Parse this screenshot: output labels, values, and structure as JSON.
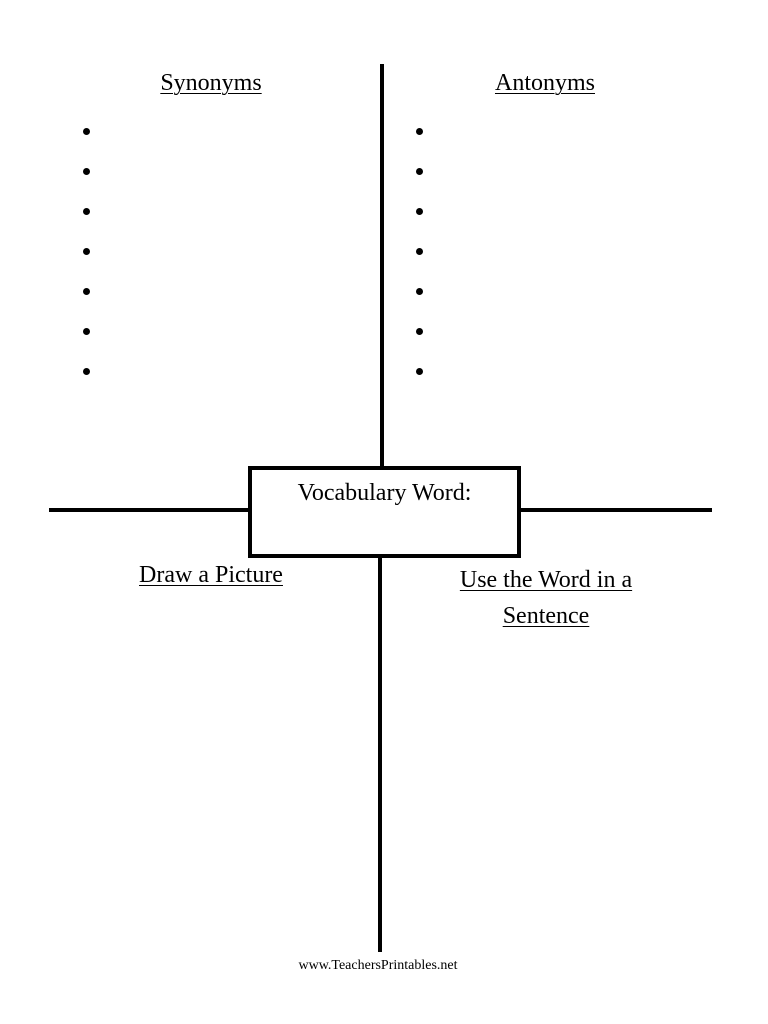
{
  "sections": {
    "synonyms": {
      "title": "Synonyms",
      "bullet_count": 7
    },
    "antonyms": {
      "title": "Antonyms",
      "bullet_count": 7
    },
    "draw_picture": {
      "title": "Draw a Picture"
    },
    "use_in_sentence": {
      "title": "Use the Word in a Sentence"
    }
  },
  "center_box": {
    "label": "Vocabulary Word:"
  },
  "footer": {
    "text": "www.TeachersPrintables.net"
  }
}
